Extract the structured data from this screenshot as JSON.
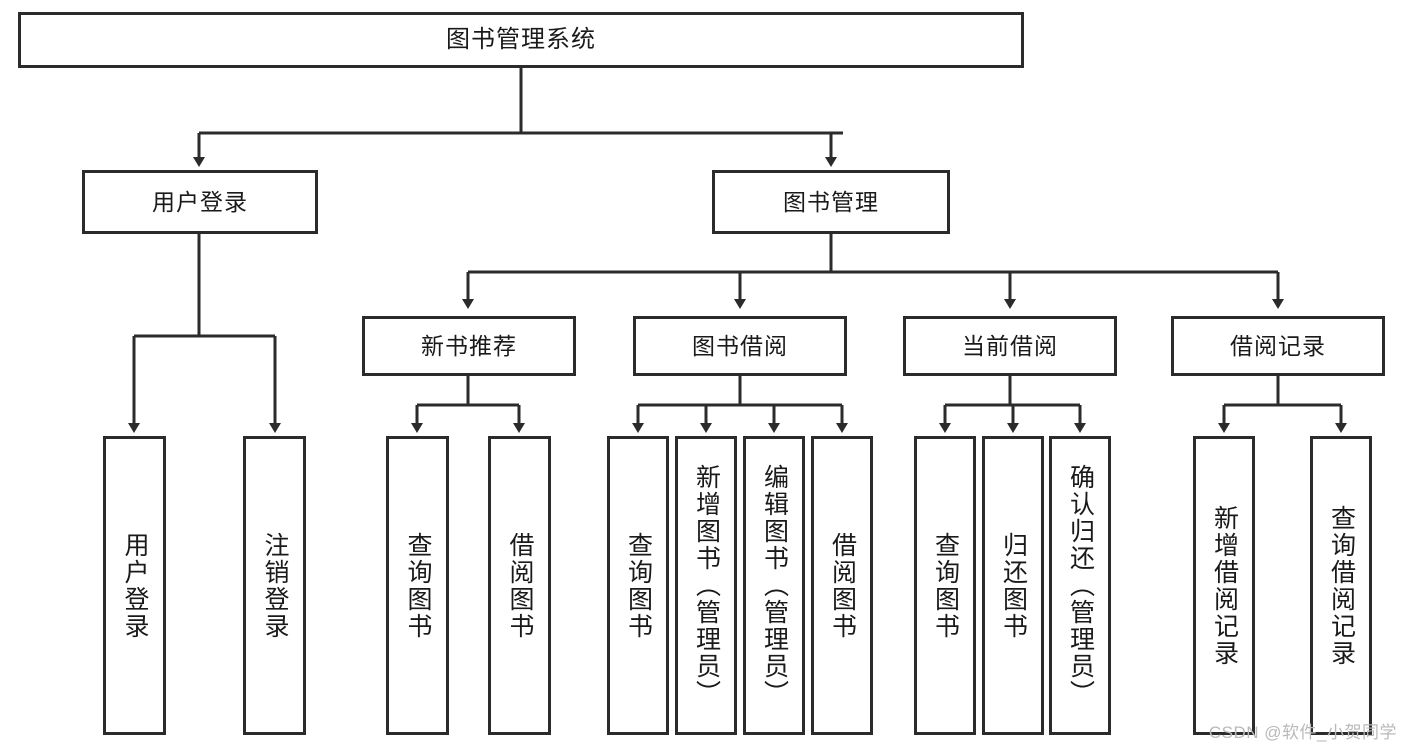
{
  "diagram": {
    "title": "图书管理系统",
    "type": "tree-hierarchy-chart",
    "root": {
      "label": "图书管理系统"
    },
    "level2": [
      {
        "label": "用户登录"
      },
      {
        "label": "图书管理"
      }
    ],
    "level3": [
      {
        "label": "新书推荐"
      },
      {
        "label": "图书借阅"
      },
      {
        "label": "当前借阅"
      },
      {
        "label": "借阅记录"
      }
    ],
    "leaves": {
      "user_login": [
        {
          "label": "用户登录"
        },
        {
          "label": "注销登录"
        }
      ],
      "new_book_recommend": [
        {
          "label": "查询图书"
        },
        {
          "label": "借阅图书"
        }
      ],
      "book_borrow": [
        {
          "label": "查询图书"
        },
        {
          "label": "新增图书（管理员）"
        },
        {
          "label": "编辑图书（管理员）"
        },
        {
          "label": "借阅图书"
        }
      ],
      "current_borrow": [
        {
          "label": "查询图书"
        },
        {
          "label": "归还图书"
        },
        {
          "label": "确认归还（管理员）"
        }
      ],
      "borrow_record": [
        {
          "label": "新增借阅记录"
        },
        {
          "label": "查询借阅记录"
        }
      ]
    }
  },
  "watermark": {
    "text": "CSDN @软件_小贺同学"
  },
  "colors": {
    "box_border": "#2b2b2b",
    "box_fill": "#ffffff",
    "connector": "#2b2b2b",
    "text": "#1a1a1a",
    "watermark": "#b9b9b9"
  }
}
